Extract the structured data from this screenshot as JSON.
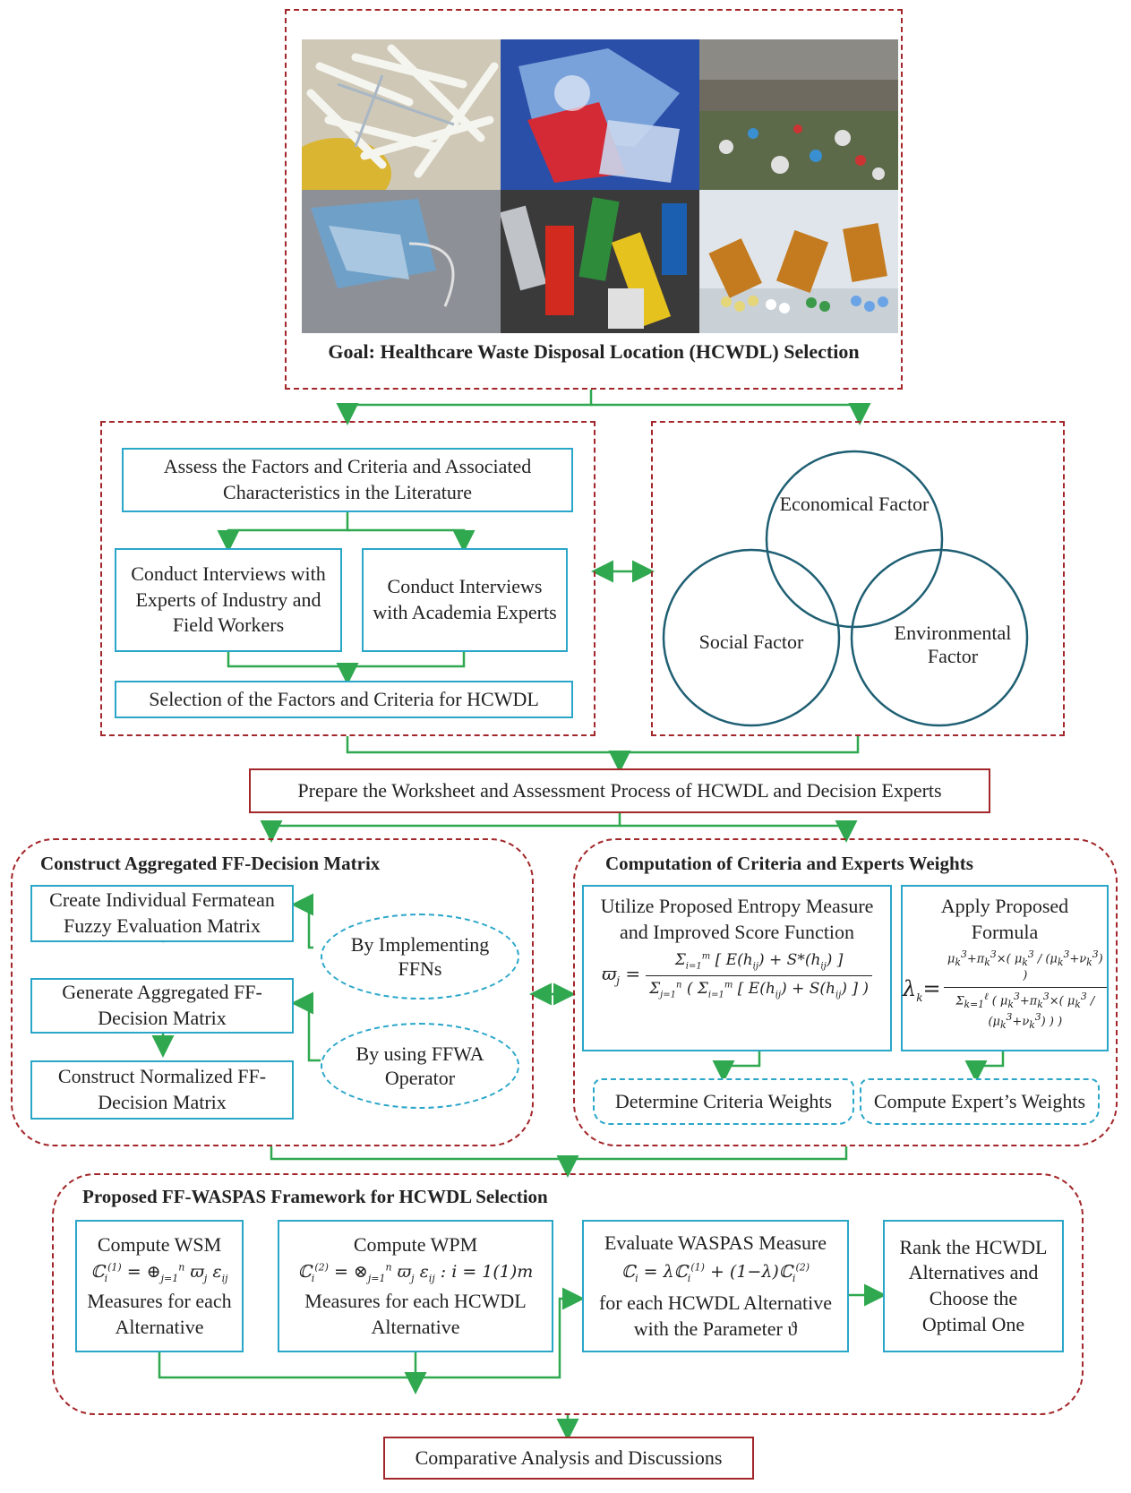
{
  "goal": {
    "title": "Goal: Healthcare Waste Disposal Location (HCWDL) Selection"
  },
  "literature": {
    "assess": "Assess the Factors and Criteria and Associated Characteristics in the Literature",
    "interview_industry": "Conduct Interviews with Experts of Industry and Field Workers",
    "interview_academia": "Conduct Interviews with Academia Experts",
    "selection": "Selection of the Factors and Criteria for HCWDL"
  },
  "factors": {
    "economical": "Economical Factor",
    "social": "Social Factor",
    "environmental": "Environmental Factor"
  },
  "prepare": "Prepare the Worksheet and Assessment Process of HCWDL and Decision Experts",
  "aggregated": {
    "title": "Construct Aggregated FF-Decision Matrix",
    "step1": "Create Individual Fermatean Fuzzy Evaluation Matrix",
    "step2": "Generate Aggregated FF-Decision Matrix",
    "step3": "Construct Normalized FF-Decision Matrix",
    "oval1": "By Implementing FFNs",
    "oval2": "By using FFWA Operator"
  },
  "weights": {
    "title": "Computation of Criteria and Experts Weights",
    "entropy": "Utilize Proposed Entropy Measure and Improved Score Function",
    "formula_label": "Apply Proposed Formula",
    "criteria_weights": "Determine Criteria Weights",
    "expert_weights": "Compute Expert’s Weights"
  },
  "waspas": {
    "title": "Proposed FF-WASPAS Framework for HCWDL Selection",
    "wsm_title": "Compute WSM",
    "wsm_bottom": "Measures for each Alternative",
    "wpm_title": "Compute WPM",
    "wpm_bottom": "Measures for each HCWDL Alternative",
    "eval_title": "Evaluate WASPAS Measure",
    "eval_bottom": "for each HCWDL Alternative with the Parameter ϑ",
    "rank": "Rank the HCWDL Alternatives and Choose the Optimal One"
  },
  "comparative": "Comparative Analysis and Discussions",
  "colors": {
    "dashed_red": "#a3262a",
    "box_blue": "#2aa6c9",
    "arrow_green": "#2fa84f",
    "venn_teal": "#1f5f73"
  }
}
